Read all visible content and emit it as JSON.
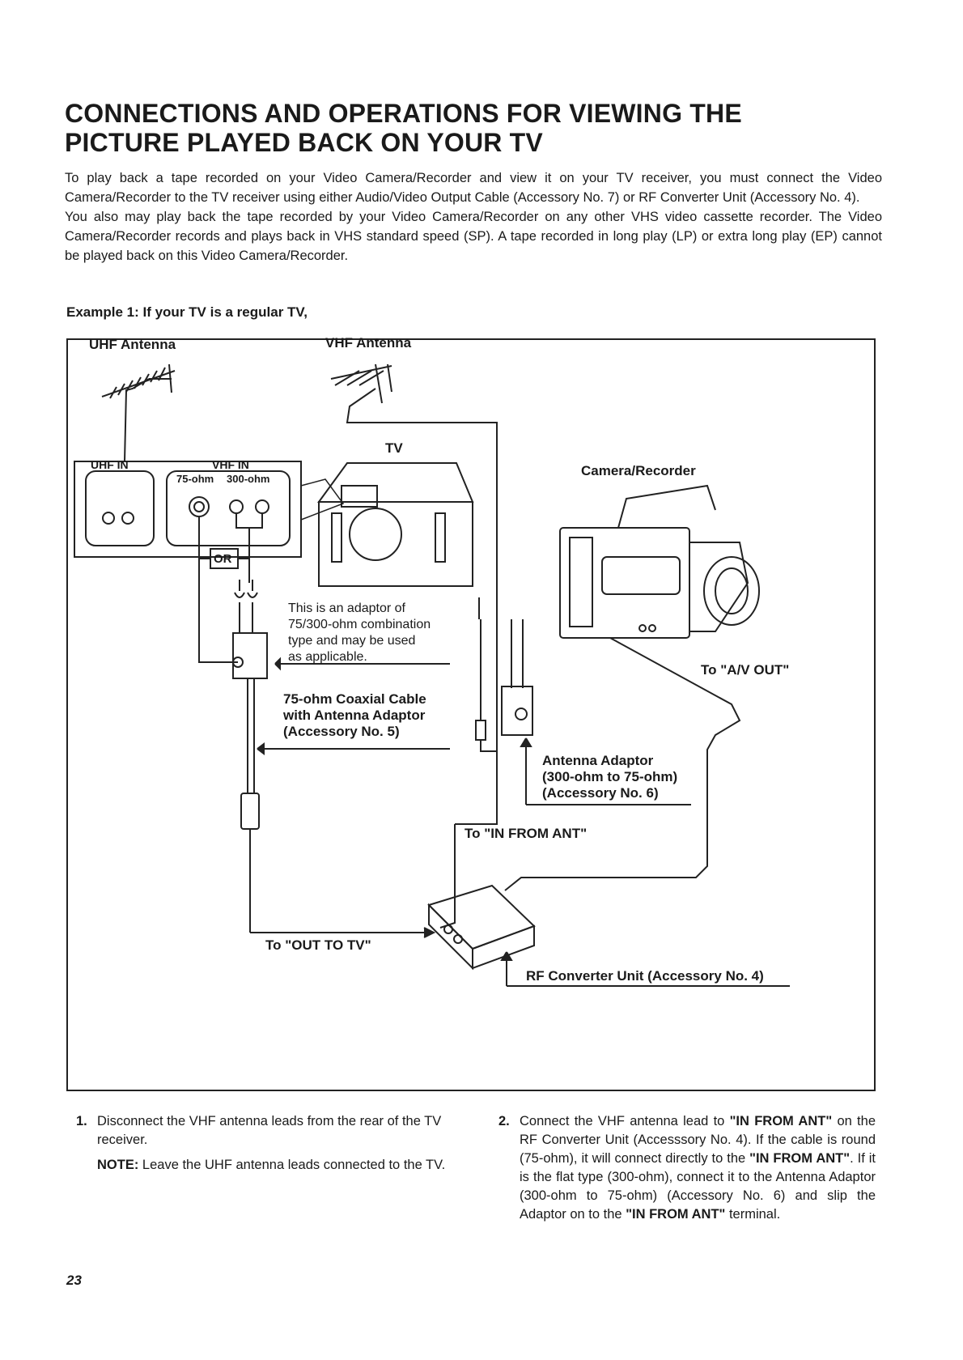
{
  "title_line1": "CONNECTIONS AND OPERATIONS FOR VIEWING THE",
  "title_line2": "PICTURE PLAYED BACK ON YOUR TV",
  "intro": {
    "p1": "To play back a tape recorded on your Video Camera/Recorder and view it on your TV receiver, you must connect the Video Camera/Recorder to the TV receiver using either Audio/Video Output Cable (Accessory No. 7) or RF Converter Unit (Accessory No. 4).",
    "p2": "You also may play back the tape recorded by your Video Camera/Recorder on any other VHS video cassette recorder. The Video Camera/Recorder records and plays back in VHS standard speed (SP). A tape recorded in long play (LP) or extra long play (EP) cannot be played back on this Video Camera/Recorder."
  },
  "example_heading": "Example 1: If your TV is a regular TV,",
  "diagram": {
    "uhf_antenna": "UHF Antenna",
    "vhf_antenna": "VHF Antenna",
    "tv": "TV",
    "uhf_in": "UHF IN",
    "vhf_in": "VHF IN",
    "ohm_75": "75-ohm",
    "ohm_300": "300-ohm",
    "or": "OR",
    "camera_recorder": "Camera/Recorder",
    "adaptor_note_1": "This is an adaptor of",
    "adaptor_note_2": "75/300-ohm combination",
    "adaptor_note_3": "type and may be used",
    "adaptor_note_4": "as applicable.",
    "to_av_out": "To \"A/V OUT\"",
    "coax_1": "75-ohm Coaxial Cable",
    "coax_2": "with Antenna Adaptor",
    "coax_3": "(Accessory No. 5)",
    "ant_adaptor_1": "Antenna Adaptor",
    "ant_adaptor_2": "(300-ohm to 75-ohm)",
    "ant_adaptor_3": "(Accessory No. 6)",
    "to_in_from_ant": "To \"IN FROM ANT\"",
    "to_out_to_tv": "To \"OUT TO TV\"",
    "rf_converter": "RF Converter Unit (Accessory No. 4)"
  },
  "steps": {
    "step1_num": "1.",
    "step1_text": "Disconnect the VHF antenna leads from the rear of the TV receiver.",
    "note_label": "NOTE:",
    "note_text": " Leave the UHF antenna leads connected to the TV.",
    "step2_num": "2.",
    "step2_a": "Connect the VHF antenna lead to ",
    "step2_b": "\"IN FROM ANT\"",
    "step2_c": " on the RF Converter Unit (Accesssory No. 4). If the cable is round (75-ohm), it will connect directly to the ",
    "step2_d": "\"IN FROM ANT\"",
    "step2_e": ". If it is the flat type (300-ohm), connect it to the Antenna Adaptor (300-ohm to 75-ohm) (Accessory No. 6) and slip the Adaptor on to the ",
    "step2_f": "\"IN FROM ANT\"",
    "step2_g": " terminal."
  },
  "page_number": "23"
}
